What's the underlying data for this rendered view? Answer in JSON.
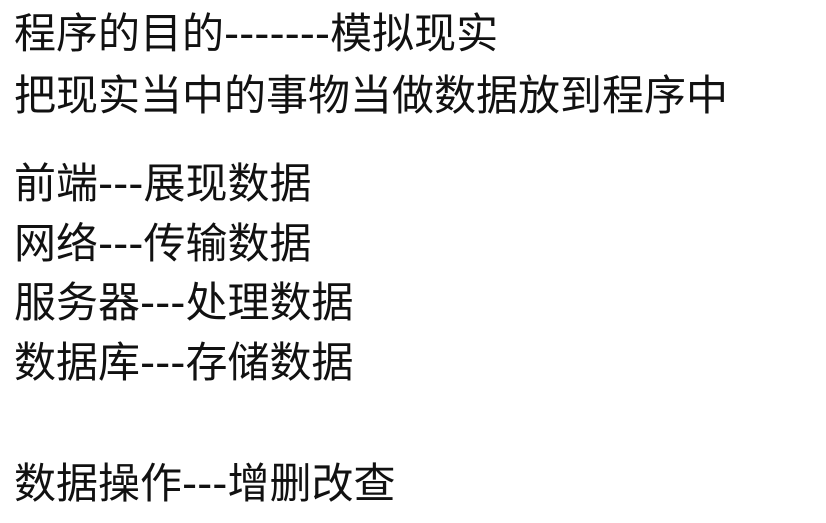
{
  "document": {
    "lines": [
      "程序的目的-------模拟现实",
      "把现实当中的事物当做数据放到程序中",
      "前端---展现数据",
      "网络---传输数据",
      "服务器---处理数据",
      "数据库---存储数据",
      "数据操作---增删改查"
    ]
  }
}
